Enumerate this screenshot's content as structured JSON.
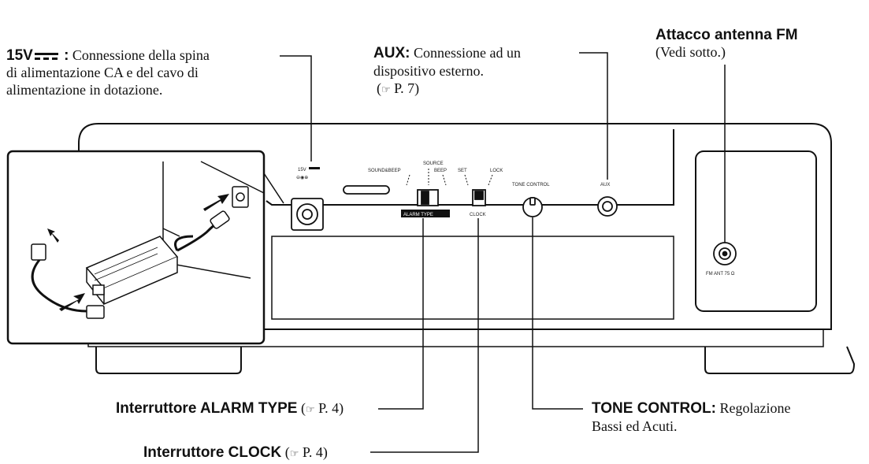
{
  "callouts": {
    "power": {
      "title": "15V",
      "colon": " :",
      "text_line1": " Connessione della spina",
      "text_line2": "di alimentazione CA e del cavo di",
      "text_line3": "alimentazione in dotazione."
    },
    "aux": {
      "title": "AUX:",
      "text_line1": " Connessione ad un",
      "text_line2": "dispositivo esterno.",
      "ref_open": "(",
      "ref_icon": "☞",
      "ref_page": " P. 7)"
    },
    "fm": {
      "title": "Attacco antenna FM",
      "text_line1": "(Vedi sotto.)"
    },
    "alarm": {
      "title": "Interruttore ALARM TYPE",
      "ref_open": " (",
      "ref_icon": "☞",
      "ref_page": " P. 4)"
    },
    "clock": {
      "title": "Interruttore CLOCK",
      "ref_open": " (",
      "ref_icon": "☞",
      "ref_page": " P. 4)"
    },
    "tone": {
      "title": "TONE CONTROL:",
      "text_line1": " Regolazione",
      "text_line2": "Bassi ed Acuti."
    }
  },
  "panel_labels": {
    "dc_in": "15V",
    "source": "SOURCE",
    "source_beep": "SOUND&BEEP",
    "beep": "BEEP",
    "alarm_type": "ALARM TYPE",
    "set": "SET",
    "lock": "LOCK",
    "clock": "CLOCK",
    "tone_control": "TONE CONTROL",
    "aux": "AUX",
    "fm_ant": "FM ANT 75 Ω"
  },
  "colors": {
    "line": "#111111",
    "alarm_label_bg": "#111111",
    "alarm_label_fg": "#ffffff"
  }
}
